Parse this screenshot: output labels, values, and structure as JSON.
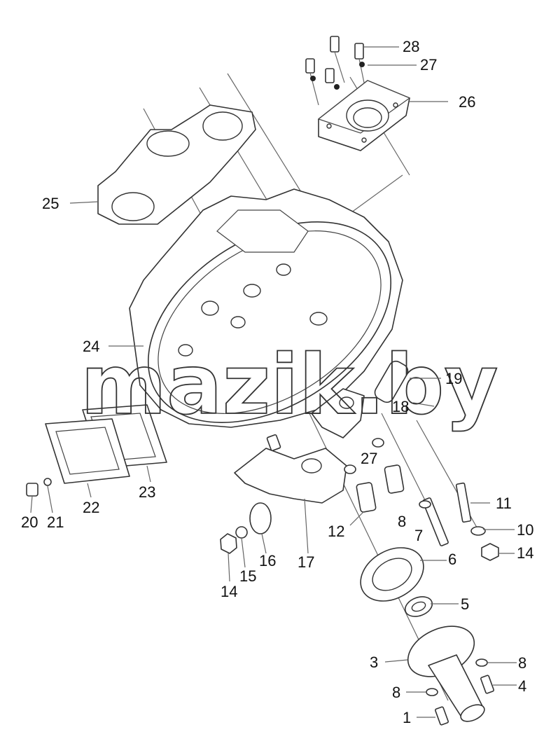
{
  "watermark": "mazik.by",
  "callouts": [
    {
      "label": "28"
    },
    {
      "label": "27"
    },
    {
      "label": "26"
    },
    {
      "label": "25"
    },
    {
      "label": "24"
    },
    {
      "label": "19"
    },
    {
      "label": "18"
    },
    {
      "label": "27"
    },
    {
      "label": "23"
    },
    {
      "label": "22"
    },
    {
      "label": "21"
    },
    {
      "label": "20"
    },
    {
      "label": "11"
    },
    {
      "label": "12"
    },
    {
      "label": "17"
    },
    {
      "label": "8"
    },
    {
      "label": "7"
    },
    {
      "label": "10"
    },
    {
      "label": "14"
    },
    {
      "label": "16"
    },
    {
      "label": "15"
    },
    {
      "label": "14"
    },
    {
      "label": "6"
    },
    {
      "label": "5"
    },
    {
      "label": "3"
    },
    {
      "label": "8"
    },
    {
      "label": "4"
    },
    {
      "label": "8"
    },
    {
      "label": "1"
    }
  ]
}
